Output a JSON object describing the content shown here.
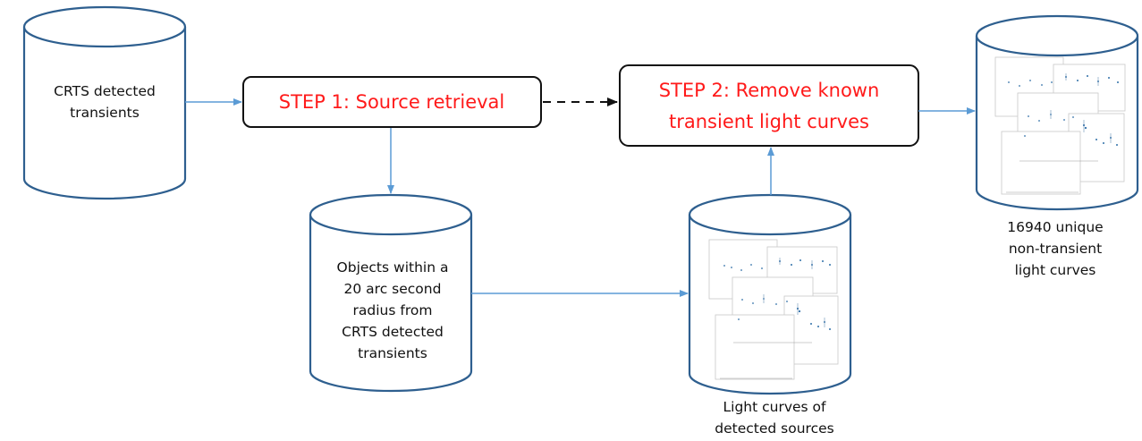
{
  "nodes": {
    "crts_transients": {
      "lines": [
        "CRTS detected",
        "transients"
      ]
    },
    "step1": {
      "label": "STEP 1: Source retrieval"
    },
    "step2": {
      "lines": [
        "STEP 2: Remove known",
        "transient light curves"
      ]
    },
    "objects_within_radius": {
      "lines": [
        "Objects within a",
        "20 arc second",
        "radius from",
        "CRTS detected",
        "transients"
      ]
    },
    "light_curves_detected": {
      "lines": [
        "Light curves of",
        "detected sources"
      ]
    },
    "unique_non_transient": {
      "lines": [
        "16940 unique",
        "non-transient",
        "light curves"
      ]
    }
  },
  "colors": {
    "step_text": "#ff1a1a",
    "cylinder_stroke": "#2e5f8f",
    "arrow": "#5b9bd5",
    "dashed_arrow": "#111111"
  }
}
